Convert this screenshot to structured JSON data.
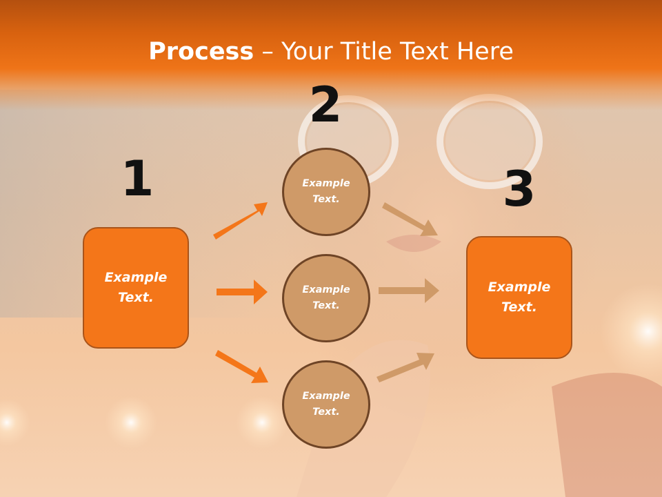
{
  "slide": {
    "title_bold": "Process",
    "title_rest": " – Your Title Text Here"
  },
  "steps": {
    "step1_number": "1",
    "step2_number": "2",
    "step3_number": "3"
  },
  "boxes": {
    "left_label": "Example Text.",
    "right_label": "Example Text."
  },
  "circles": [
    {
      "label": "Example Text."
    },
    {
      "label": "Example Text."
    },
    {
      "label": "Example Text."
    }
  ],
  "colors": {
    "header_orange": "#ef7418",
    "box_fill": "#f47619",
    "circle_fill": "#cf9a68",
    "circle_border": "#6e4426",
    "arrow_orange": "#f47619",
    "arrow_tan": "#cf9a68"
  }
}
